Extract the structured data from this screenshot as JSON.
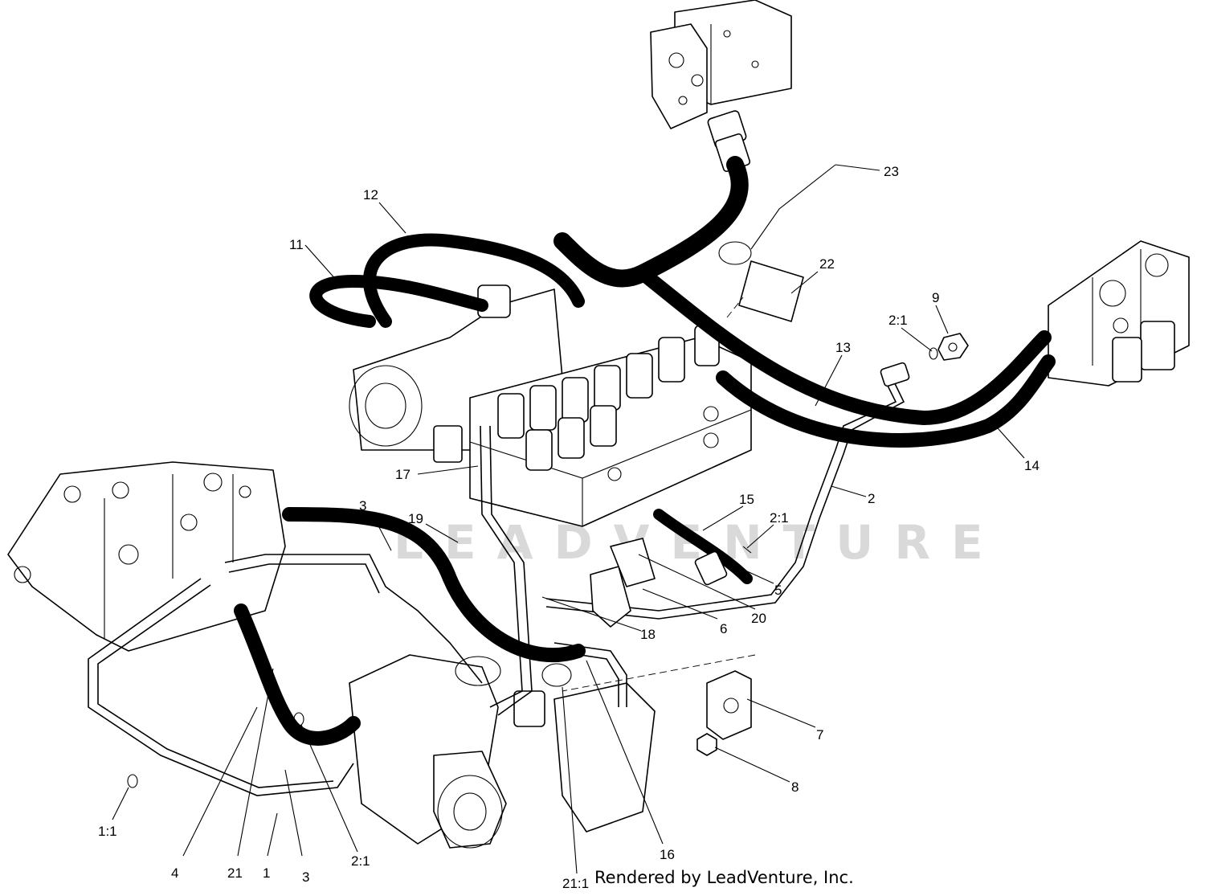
{
  "watermark": "LEADVENTURE",
  "credit": "Rendered by LeadVenture, Inc.",
  "callouts": [
    {
      "id": "c23",
      "label": "23"
    },
    {
      "id": "c12",
      "label": "12"
    },
    {
      "id": "c11",
      "label": "11"
    },
    {
      "id": "c22",
      "label": "22"
    },
    {
      "id": "c9",
      "label": "9"
    },
    {
      "id": "c2-1a",
      "label": "2:1"
    },
    {
      "id": "c13",
      "label": "13"
    },
    {
      "id": "c14",
      "label": "14"
    },
    {
      "id": "c17",
      "label": "17"
    },
    {
      "id": "c2",
      "label": "2"
    },
    {
      "id": "c3a",
      "label": "3"
    },
    {
      "id": "c19",
      "label": "19"
    },
    {
      "id": "c15",
      "label": "15"
    },
    {
      "id": "c2-1b",
      "label": "2:1"
    },
    {
      "id": "c5",
      "label": "5"
    },
    {
      "id": "c20",
      "label": "20"
    },
    {
      "id": "c6",
      "label": "6"
    },
    {
      "id": "c18",
      "label": "18"
    },
    {
      "id": "c7",
      "label": "7"
    },
    {
      "id": "c8",
      "label": "8"
    },
    {
      "id": "c1-1",
      "label": "1:1"
    },
    {
      "id": "c4",
      "label": "4"
    },
    {
      "id": "c21",
      "label": "21"
    },
    {
      "id": "c1",
      "label": "1"
    },
    {
      "id": "c3b",
      "label": "3"
    },
    {
      "id": "c2-1c",
      "label": "2:1"
    },
    {
      "id": "c16",
      "label": "16"
    },
    {
      "id": "c21-1",
      "label": "21:1"
    }
  ]
}
